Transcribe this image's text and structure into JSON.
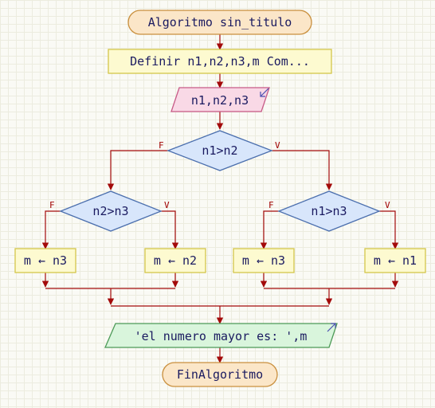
{
  "colors": {
    "terminal_fill": "#fbe6c8",
    "terminal_stroke": "#c98f3d",
    "process_fill": "#fdfad0",
    "process_stroke": "#d4c64a",
    "input_fill": "#f9d9e6",
    "input_stroke": "#c75a87",
    "decision_fill": "#d8e6fb",
    "decision_stroke": "#4b6fae",
    "output_fill": "#d9f5dc",
    "output_stroke": "#4d9a57",
    "arrow": "#a30a0a",
    "text": "#1a1a60"
  },
  "nodes": {
    "start": "Algoritmo sin_titulo",
    "define": "Definir n1,n2,n3,m Com...",
    "input": "n1,n2,n3",
    "dec_main": "n1>n2",
    "dec_left": "n2>n3",
    "dec_right": "n1>n3",
    "assign_1": "m ← n3",
    "assign_2": "m ← n2",
    "assign_3": "m ← n3",
    "assign_4": "m ← n1",
    "output": "'el numero mayor es: ',m",
    "end": "FinAlgoritmo"
  },
  "branch_labels": {
    "false": "F",
    "true": "V"
  },
  "io_icons": {
    "input": "arrow-in-icon",
    "output": "arrow-out-icon"
  }
}
